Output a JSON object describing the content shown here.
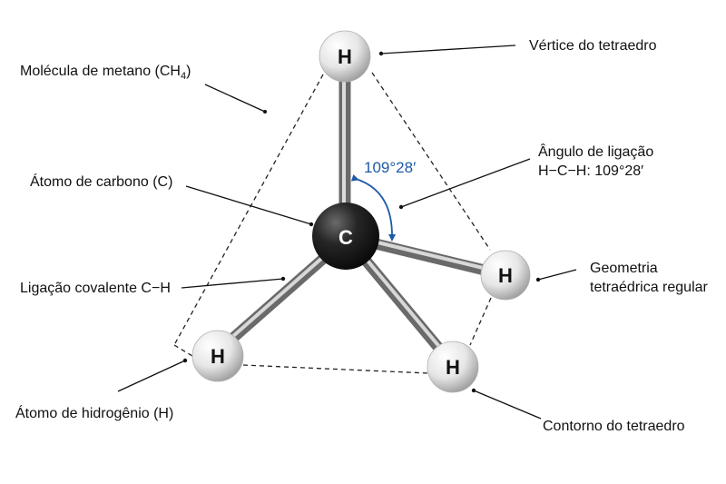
{
  "labels": {
    "molecule": "Molécula de metano (CH",
    "molecule_sub": "4",
    "molecule_end": ")",
    "vertex": "Vértice do tetraedro",
    "carbon_atom": "Átomo de carbono (C)",
    "bond_angle_line1": "Ângulo de ligação",
    "bond_angle_line2": "H−C−H: 109°28′",
    "covalent_bond": "Ligação covalente C−H",
    "geometry_line1": "Geometria",
    "geometry_line2": "tetraédrica regular",
    "hydrogen_atom": "Átomo de hidrogênio (H)",
    "outline": "Contorno do tetraedro"
  },
  "atoms": {
    "carbon": "C",
    "hydrogen": "H"
  },
  "angle_value": "109°28′",
  "colors": {
    "angle_accent": "#1e5aa8",
    "carbon": "#1a1a1a",
    "hydrogen": "#e8e8e8",
    "bond": "#9a9a9a"
  }
}
